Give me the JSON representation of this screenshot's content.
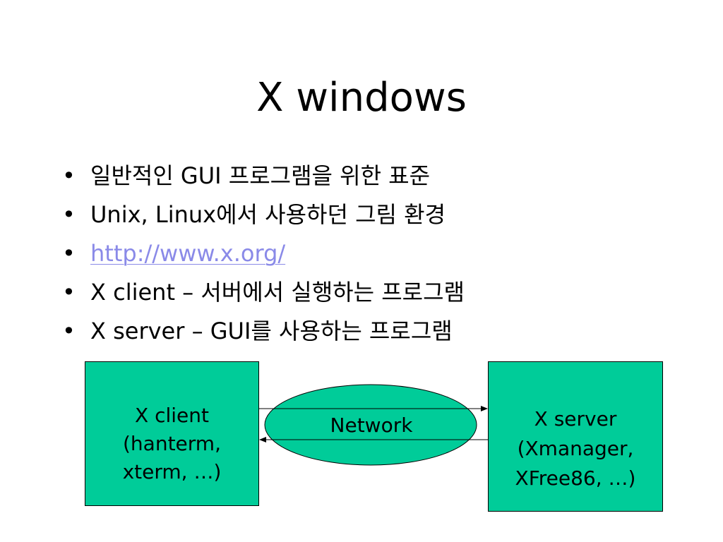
{
  "slide": {
    "title": "X windows",
    "bullets": [
      "일반적인 GUI 프로그램을 위한 표준",
      "Unix, Linux에서 사용하던 그림 환경",
      "http://www.x.org/",
      "X client – 서버에서 실행하는 프로그램",
      "X server – GUI를 사용하는 프로그램"
    ],
    "bullet_symbol": "•"
  },
  "diagram": {
    "client": {
      "name": "X client",
      "detail_line1": "(hanterm,",
      "detail_line2": "xterm, …)"
    },
    "network": {
      "label": "Network"
    },
    "server": {
      "name": "X server",
      "detail_line1": "(Xmanager,",
      "detail_line2": "XFree86, …)"
    }
  },
  "colors": {
    "box_fill": "#00cc99",
    "link": "#8a8ae8",
    "text": "#000000",
    "background": "#ffffff"
  }
}
